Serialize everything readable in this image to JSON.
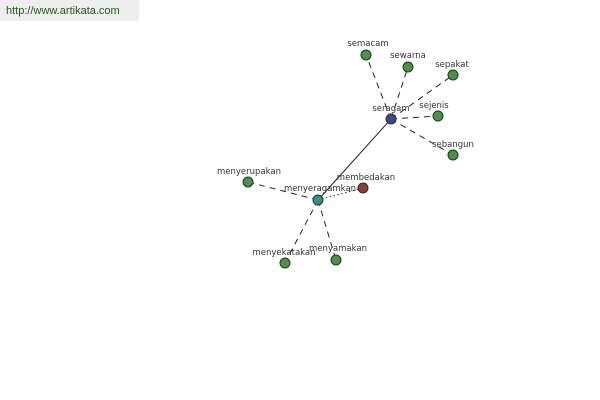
{
  "header": {
    "url": "http://www.artikata.com"
  },
  "colors": {
    "center": "#44448a",
    "hub": "#3d8a86",
    "synonym": "#4f8f48",
    "antonym": "#8f3c3c",
    "edge": "#222222"
  },
  "nodes": [
    {
      "id": "seragam",
      "label": "seragam",
      "kind": "center"
    },
    {
      "id": "semacam",
      "label": "semacam",
      "kind": "synonym"
    },
    {
      "id": "sewarna",
      "label": "sewarna",
      "kind": "synonym"
    },
    {
      "id": "sepakat",
      "label": "sepakat",
      "kind": "synonym"
    },
    {
      "id": "sejenis",
      "label": "sejenis",
      "kind": "synonym"
    },
    {
      "id": "sebangun",
      "label": "sebangun",
      "kind": "synonym"
    },
    {
      "id": "menyeragamkan",
      "label": "menyeragamkan",
      "kind": "hub"
    },
    {
      "id": "menyerupakan",
      "label": "menyerupakan",
      "kind": "synonym"
    },
    {
      "id": "membedakan",
      "label": "membedakan",
      "kind": "antonym"
    },
    {
      "id": "menyekatakan",
      "label": "menyekatakan",
      "kind": "synonym"
    },
    {
      "id": "menyamakan",
      "label": "menyamakan",
      "kind": "synonym"
    }
  ],
  "edges": [
    {
      "from": "seragam",
      "to": "menyeragamkan",
      "style": "solid"
    },
    {
      "from": "seragam",
      "to": "semacam",
      "style": "dashed"
    },
    {
      "from": "seragam",
      "to": "sewarna",
      "style": "dashed"
    },
    {
      "from": "seragam",
      "to": "sepakat",
      "style": "dashed"
    },
    {
      "from": "seragam",
      "to": "sejenis",
      "style": "dashed"
    },
    {
      "from": "seragam",
      "to": "sebangun",
      "style": "dashed"
    },
    {
      "from": "menyeragamkan",
      "to": "menyerupakan",
      "style": "dashed"
    },
    {
      "from": "menyeragamkan",
      "to": "membedakan",
      "style": "dotted"
    },
    {
      "from": "menyeragamkan",
      "to": "menyekatakan",
      "style": "dashed"
    },
    {
      "from": "menyeragamkan",
      "to": "menyamakan",
      "style": "dashed"
    }
  ]
}
